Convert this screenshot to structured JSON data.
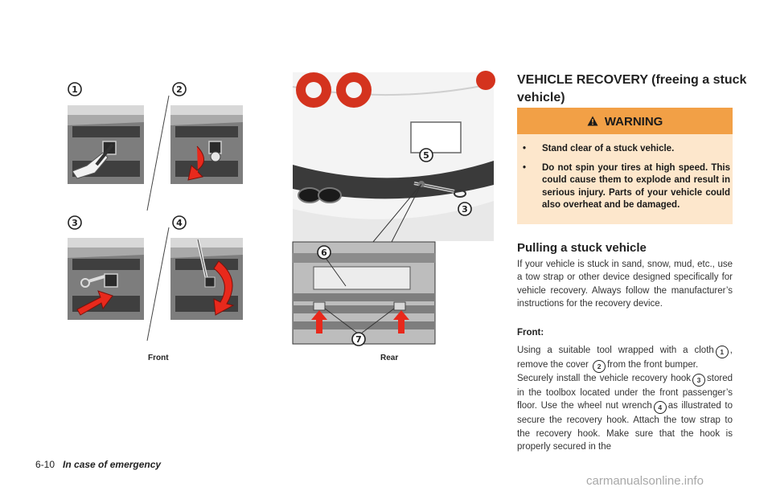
{
  "figure": {
    "callouts_front": [
      "1",
      "2",
      "3",
      "4"
    ],
    "callouts_rear": [
      "5",
      "3",
      "6",
      "7"
    ],
    "caption_front": "Front",
    "caption_rear": "Rear"
  },
  "section": {
    "title": "VEHICLE RECOVERY (freeing a stuck vehicle)",
    "warning": {
      "title": "WARNING",
      "items": [
        "Stand clear of a stuck vehicle.",
        "Do not spin your tires at high speed. This could cause them to explode and result in serious injury. Parts of your vehicle could also overheat and be damaged."
      ]
    },
    "subheading": "Pulling a stuck vehicle",
    "intro": "If your vehicle is stuck in sand, snow, mud, etc., use a tow strap or other device designed specifically for vehicle recovery. Always follow the manufacturer’s instructions for the recovery device.",
    "front_label": "Front:",
    "para1": {
      "a": "Using a suitable tool wrapped with a cloth",
      "r1": "1",
      "b": ", remove the cover",
      "r2": "2",
      "c": "from the front bumper."
    },
    "para2": {
      "a": "Securely install the vehicle recovery hook",
      "r3": "3",
      "b": "stored in the toolbox located under the front passenger’s floor. Use the wheel nut wrench",
      "r4": "4",
      "c": "as illustrated to secure the recovery hook. Attach the tow strap to the recovery hook. Make sure that the hook is properly secured in the"
    }
  },
  "footer": {
    "page": "6-10",
    "section": "In case of emergency"
  },
  "watermark": "carmanualsonline.info",
  "colors": {
    "warning_header": "#f2a046",
    "warning_body": "#fde7cc",
    "arrow_red": "#e8291c"
  }
}
